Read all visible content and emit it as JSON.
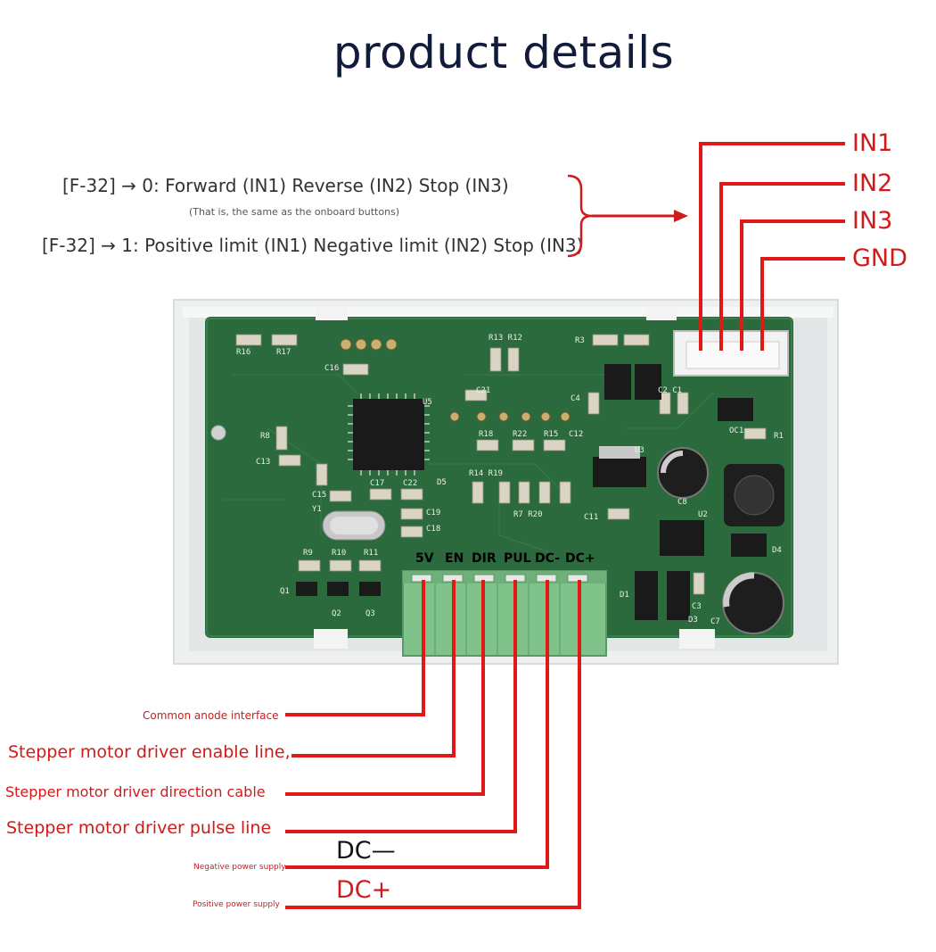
{
  "title": "product details",
  "modes": {
    "line1": "[F-32] → 0: Forward (IN1) Reverse (IN2) Stop (IN3)",
    "note": "(That is, the same as the onboard buttons)",
    "line2": "[F-32] → 1: Positive limit (IN1) Negative limit (IN2) Stop (IN3)"
  },
  "input_pins": [
    "IN1",
    "IN2",
    "IN3",
    "GND"
  ],
  "terminals": [
    "5V",
    "EN",
    "DIR",
    "PUL",
    "DC-",
    "DC+"
  ],
  "annotations": {
    "common_anode": "Common anode interface",
    "enable": "Stepper motor driver enable line,",
    "direction": "Stepper motor driver direction cable",
    "pulse": "Stepper motor driver pulse line",
    "dc_minus": "DC—",
    "negative_supply": "Negative power supply",
    "dc_plus": "DC+",
    "positive_supply": "Positive power supply"
  },
  "colors": {
    "accent": "#d11a1a",
    "board": "#2b6a3c",
    "title": "#111c3a"
  }
}
